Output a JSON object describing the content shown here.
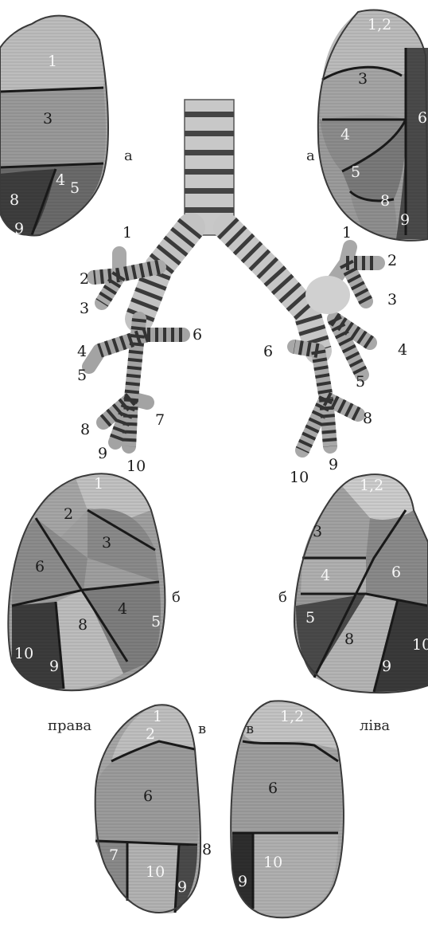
{
  "captions": {
    "right": "права",
    "left": "ліва"
  },
  "views": {
    "a_right": "а",
    "a_left": "а",
    "b_right": "б",
    "b_left": "б",
    "v_right": "в",
    "v_left": "в"
  },
  "segments": {
    "a_right": [
      "1",
      "3",
      "4",
      "5",
      "8",
      "9"
    ],
    "a_left": [
      "1,2",
      "3",
      "4",
      "5",
      "6",
      "8",
      "9"
    ],
    "bronchi_right": [
      "1",
      "2",
      "3",
      "4",
      "5",
      "6",
      "7",
      "8",
      "9",
      "10"
    ],
    "bronchi_left": [
      "1",
      "2",
      "3",
      "4",
      "5",
      "6",
      "8",
      "9",
      "10"
    ],
    "b_right": [
      "1",
      "2",
      "3",
      "6",
      "4",
      "8",
      "5",
      "10",
      "9"
    ],
    "b_left": [
      "1,2",
      "3",
      "4",
      "6",
      "5",
      "8",
      "9",
      "10"
    ],
    "v_right": [
      "1",
      "2",
      "6",
      "7",
      "10",
      "9",
      "8"
    ],
    "v_left": [
      "1,2",
      "6",
      "9",
      "10"
    ]
  }
}
